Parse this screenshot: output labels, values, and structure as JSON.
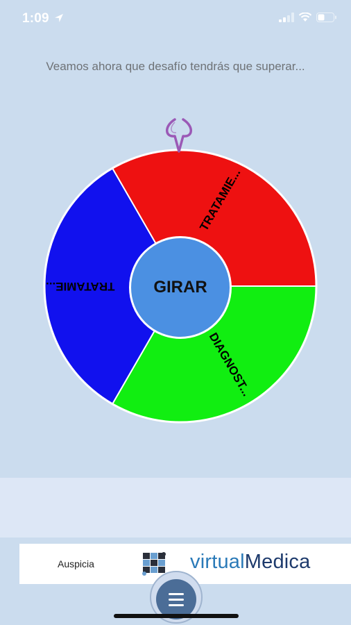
{
  "status_bar": {
    "time": "1:09"
  },
  "prompt": {
    "text": "Veamos ahora que desafío tendrás que superar..."
  },
  "wheel": {
    "segments": [
      {
        "label": "TRATAMIE...",
        "color": "#ee1111"
      },
      {
        "label": "DIAGNOST...",
        "color": "#11ee11"
      },
      {
        "label": "TRATAMIE...",
        "color": "#1111ee"
      }
    ],
    "center_button": "GIRAR",
    "pointer_color": "#9b59b6"
  },
  "ad": {
    "sponsor_label": "Auspicia",
    "brand_part1": "virtual",
    "brand_part2": "Medica"
  }
}
